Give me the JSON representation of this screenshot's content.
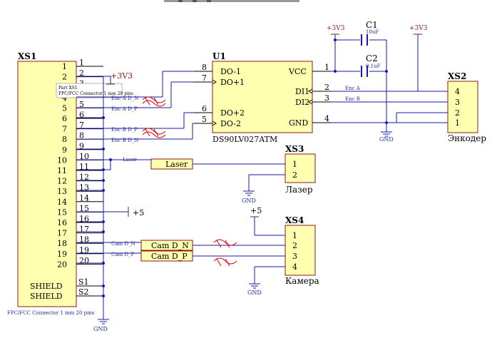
{
  "xs1": {
    "ref": "XS1",
    "pins": [
      "1",
      "2",
      "3",
      "4",
      "5",
      "6",
      "7",
      "8",
      "9",
      "10",
      "11",
      "12",
      "13",
      "14",
      "15",
      "16",
      "17",
      "18",
      "19",
      "20"
    ],
    "shield_labels": [
      "SHIELD",
      "SHIELD"
    ],
    "shield_pins": [
      "S1",
      "S2"
    ],
    "footer": "FPC/FCC Connector 1 mm 20 pins",
    "tooltip_line1": "Part XS1",
    "tooltip_line2": "FPC/FCC Connector 1 mm 20 pins"
  },
  "u1": {
    "ref": "U1",
    "part": "DS90LV027ATM",
    "left_pins": [
      {
        "num": "8",
        "name": "DO-1"
      },
      {
        "num": "7",
        "name": "DO+1"
      },
      {
        "num": "6",
        "name": "DO+2"
      },
      {
        "num": "5",
        "name": "DO-2"
      }
    ],
    "right_pins": [
      {
        "num": "1",
        "name": "VCC"
      },
      {
        "num": "2",
        "name": "DI1"
      },
      {
        "num": "3",
        "name": "DI2"
      },
      {
        "num": "4",
        "name": "GND"
      }
    ]
  },
  "capacitors": [
    {
      "ref": "C1",
      "value": "10uF"
    },
    {
      "ref": "C2",
      "value": "0.1uF"
    }
  ],
  "xs2": {
    "ref": "XS2",
    "pins": [
      "4",
      "3",
      "2",
      "1"
    ],
    "caption": "Энкодер"
  },
  "xs3": {
    "ref": "XS3",
    "pins": [
      "1",
      "2"
    ],
    "caption": "Лазер"
  },
  "xs4": {
    "ref": "XS4",
    "pins": [
      "1",
      "2",
      "3",
      "4"
    ],
    "caption": "Камера"
  },
  "power": {
    "v33": "+3V3",
    "v5": "+5",
    "gnd": "GND"
  },
  "nets": {
    "enc_a_n": "Enc A D_N",
    "enc_a_p": "Enc A D_P",
    "enc_b_p": "Enc B D_P",
    "enc_b_n": "Enc B D_N",
    "enc_a": "Enc A",
    "enc_b": "Enc B",
    "laser": "Laser",
    "cam_d_n": "Cam D_N",
    "cam_d_p": "Cam D_P"
  },
  "ports": {
    "laser": "Laser",
    "cam_n": "Cam D_N",
    "cam_p": "Cam D_P"
  },
  "colors": {
    "wire": "#1a1aa6",
    "body": "#ffffb0",
    "outline": "#8b1a1a",
    "diffpair": "#e00000"
  }
}
